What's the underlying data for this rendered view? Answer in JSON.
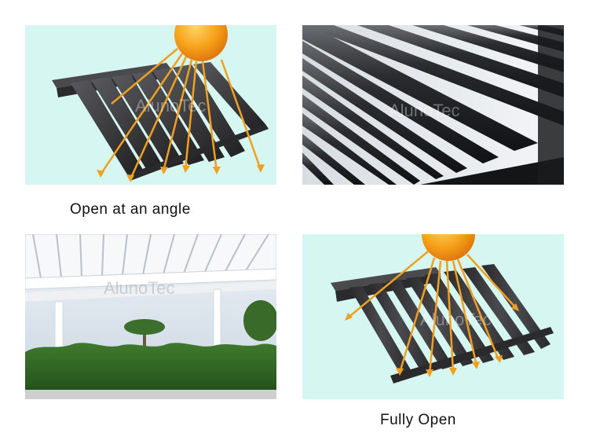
{
  "captions": {
    "top_left": "Open at an angle",
    "bottom_right": "Fully Open"
  },
  "watermark": "AlunoTec",
  "icons": {
    "sun": "sun-icon",
    "light_rays": "sun-ray-arrows"
  },
  "colors": {
    "diagram_background": "#d6f6f2",
    "louver": "#3a3a3c",
    "sun_core": "#f7a21b",
    "sun_edge": "#e07a0c",
    "ray": "#f0a020"
  }
}
